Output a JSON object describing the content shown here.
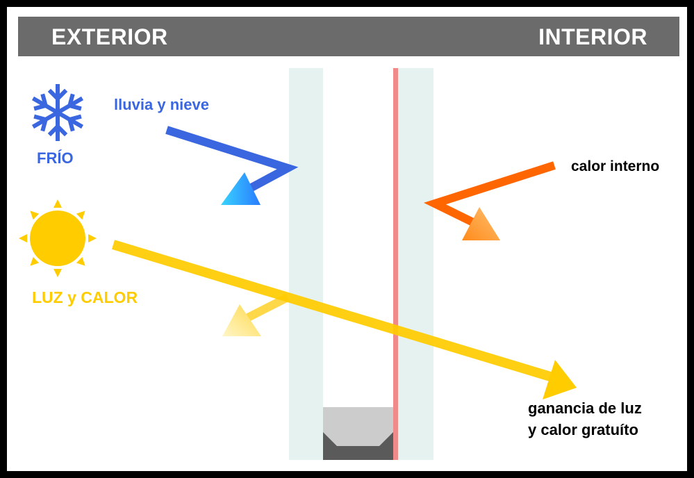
{
  "header": {
    "left_label": "EXTERIOR",
    "right_label": "INTERIOR"
  },
  "labels": {
    "rain_snow": "lluvia y nieve",
    "cold": "FRÍO",
    "light_heat": "LUZ y CALOR",
    "internal_heat": "calor interno",
    "gain_line1": "ganancia de luz",
    "gain_line2": "y calor gratuíto"
  },
  "icons": {
    "snowflake": "snowflake-icon",
    "sun": "sun-icon"
  },
  "colors": {
    "header_bg": "#6b6b6b",
    "cold_blue": "#3a66e0",
    "sun_yellow": "#ffcc00",
    "internal_orange": "#ff6600",
    "glass_tint": "#e6f2f0",
    "low_e_coating": "#f08a8a",
    "spacer_gray": "#5a5a5a",
    "spacer_light": "#cccccc"
  }
}
